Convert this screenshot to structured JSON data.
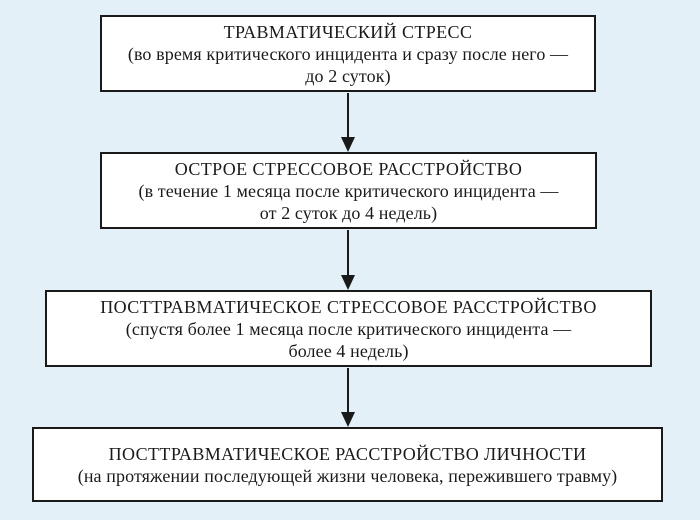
{
  "diagram": {
    "colors": {
      "background": "#e4f0f7",
      "box_fill": "#ffffff",
      "stroke": "#1a1a1a",
      "text": "#1a1a1a"
    },
    "connector": {
      "type": "arrow-down",
      "style": "solid-triangle-head",
      "color": "#1a1a1a"
    },
    "boxes": [
      {
        "title": "ТРАВМАТИЧЕСКИЙ СТРЕСС",
        "lines": [
          "(во время критического инцидента и сразу после него —",
          "до 2 суток)"
        ]
      },
      {
        "title": "ОСТРОЕ СТРЕССОВОЕ РАССТРОЙСТВО",
        "lines": [
          "(в течение 1 месяца после критического инцидента —",
          "от 2 суток до 4 недель)"
        ]
      },
      {
        "title": "ПОСТТРАВМАТИЧЕСКОЕ СТРЕССОВОЕ РАССТРОЙСТВО",
        "lines": [
          "(спустя более 1 месяца после критического инцидента —",
          "более 4 недель)"
        ]
      },
      {
        "title": "ПОСТТРАВМАТИЧЕСКОЕ РАССТРОЙСТВО ЛИЧНОСТИ",
        "lines": [
          "(на протяжении последующей жизни человека, пережившего травму)"
        ]
      }
    ]
  }
}
